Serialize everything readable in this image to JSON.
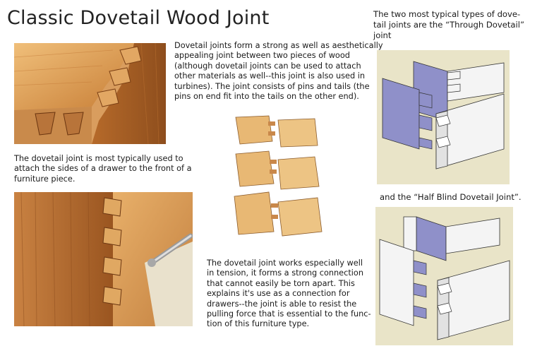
{
  "title": "Classic Dovetail Wood Joint",
  "intro_lines": [
    "Dovetail joints form a strong as well as aesthetically",
    "appealing joint between two pieces of wood",
    "(although dovetail joints can be used to attach",
    "other materials as well--this joint is also used in",
    " turbines).  The joint consists of pins and tails (the",
    "pins on end fit into the tails on the other end)."
  ],
  "drawer_lines": [
    "The dovetail joint is most typically used to",
    "attach the sides of a drawer to the front of a",
    "furniture piece."
  ],
  "tension_lines": [
    "The dovetail joint works especially well",
    "in tension, it forms a strong connection",
    "that cannot easily be torn apart.  This",
    "explains it's use as a connection for",
    "drawers--the joint is able to resist the",
    "pulling force that is essential to the func-",
    "tion of this furniture type."
  ],
  "types_lines": [
    "The two most typical types of dove-",
    "tail joints are the “Through Dovetail”",
    "joint"
  ],
  "half_blind_caption": "and the “Half Blind Dovetail Joint”.",
  "colors": {
    "wood_light": "#e0a25a",
    "wood_dark": "#8a4a1c",
    "model_bg": "#e9e4c8",
    "model_face": "#f4f4f4",
    "model_blue": "#8f90c9"
  }
}
